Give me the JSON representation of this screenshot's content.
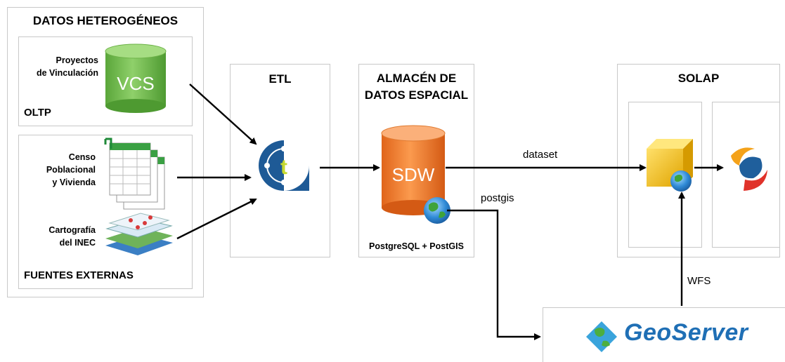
{
  "sources": {
    "title": "DATOS HETEROGÉNEOS",
    "oltp": {
      "project_label_line1": "Proyectos",
      "project_label_line2": "de Vinculación",
      "cylinder_label": "VCS",
      "section_label": "OLTP"
    },
    "external": {
      "censo_line1": "Censo",
      "censo_line2": "Poblacional",
      "censo_line3": "y Vivienda",
      "carto_line1": "Cartografía",
      "carto_line2": "del INEC",
      "section_label": "FUENTES EXTERNAS"
    }
  },
  "etl": {
    "title": "ETL",
    "logo_letter": "t"
  },
  "warehouse": {
    "title_line1": "ALMACÉN DE",
    "title_line2": "DATOS ESPACIAL",
    "cylinder_label": "SDW",
    "footer": "PostgreSQL + PostGIS"
  },
  "solap": {
    "title": "SOLAP"
  },
  "connectors": {
    "dataset": "dataset",
    "postgis": "postgis",
    "wfs": "WFS"
  },
  "geoserver": {
    "name": "GeoServer"
  },
  "colors": {
    "vcs_green": "#7cc35a",
    "sdw_orange": "#f07a2c",
    "etl_blue": "#1e5a96",
    "geoserver_blue": "#1f6fb5",
    "cube_yellow": "#f3c21a"
  }
}
